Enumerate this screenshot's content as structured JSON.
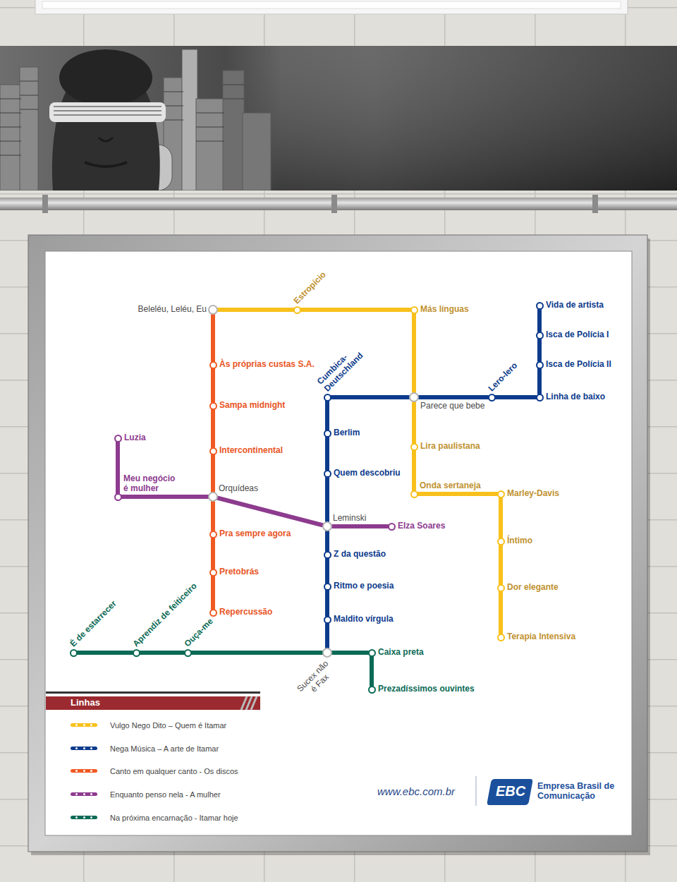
{
  "diagram": {
    "nodes": [
      {
        "text": [
          "Beleléu, Leléu, Eu"
        ]
      },
      {
        "text": [
          "Estropício"
        ]
      },
      {
        "text": [
          "Más línguas"
        ]
      },
      {
        "text": [
          "Vida de artista"
        ]
      },
      {
        "text": [
          "Isca de Polícia I"
        ]
      },
      {
        "text": [
          "Isca de Polícia II"
        ]
      },
      {
        "text": [
          "Cumbica- Deutschland"
        ]
      },
      {
        "text": [
          "Lero-lero"
        ]
      },
      {
        "text": [
          "Linha de baixo"
        ]
      },
      {
        "text": [
          "Parece que bebe"
        ]
      },
      {
        "text": [
          "Às próprias custas S.A."
        ]
      },
      {
        "text": [
          "Sampa midnight"
        ]
      },
      {
        "text": [
          "Berlim"
        ]
      },
      {
        "text": [
          "Lira paulistana"
        ]
      },
      {
        "text": [
          "Luzia"
        ]
      },
      {
        "text": [
          "Intercontinental"
        ]
      },
      {
        "text": [
          "Quem descobriu"
        ]
      },
      {
        "text": [
          "Meu negócio é mulher"
        ]
      },
      {
        "text": [
          "Orquídeas"
        ]
      },
      {
        "text": [
          "Onda sertaneja"
        ]
      },
      {
        "text": [
          "Marley-Davis"
        ]
      },
      {
        "text": [
          "Leminski"
        ]
      },
      {
        "text": [
          "Elza Soares"
        ]
      },
      {
        "text": [
          "Pra sempre agora"
        ]
      },
      {
        "text": [
          "Íntimo"
        ]
      },
      {
        "text": [
          "Z da questão"
        ]
      },
      {
        "text": [
          "Pretobrás"
        ]
      },
      {
        "text": [
          "Ritmo e poesia"
        ]
      },
      {
        "text": [
          "Dor elegante"
        ]
      },
      {
        "text": [
          "Repercussão"
        ]
      },
      {
        "text": [
          "Maldito vírgula"
        ]
      },
      {
        "text": [
          "Terapia Intensiva"
        ]
      },
      {
        "text": [
          "É de estarrecer"
        ]
      },
      {
        "text": [
          "Aprendiz de feiticeiro"
        ]
      },
      {
        "text": [
          "Ouça-me"
        ]
      },
      {
        "text": [
          "Sucex não é Fax"
        ]
      },
      {
        "text": [
          "Caixa preta"
        ]
      },
      {
        "text": [
          "Prezadíssimos ouvintes"
        ]
      }
    ],
    "edges": [
      {
        "from": 0,
        "to": 1,
        "arrow": "none"
      },
      {
        "from": 1,
        "to": 2,
        "arrow": "none"
      },
      {
        "from": 2,
        "to": 9,
        "arrow": "none"
      },
      {
        "from": 9,
        "to": 13,
        "arrow": "none"
      },
      {
        "from": 13,
        "to": 19,
        "arrow": "none"
      },
      {
        "from": 19,
        "to": 20,
        "arrow": "none"
      },
      {
        "from": 20,
        "to": 24,
        "arrow": "none"
      },
      {
        "from": 24,
        "to": 28,
        "arrow": "none"
      },
      {
        "from": 28,
        "to": 31,
        "arrow": "none"
      },
      {
        "from": 0,
        "to": 10,
        "arrow": "none"
      },
      {
        "from": 10,
        "to": 11,
        "arrow": "none"
      },
      {
        "from": 11,
        "to": 15,
        "arrow": "none"
      },
      {
        "from": 15,
        "to": 18,
        "arrow": "none"
      },
      {
        "from": 18,
        "to": 23,
        "arrow": "none"
      },
      {
        "from": 23,
        "to": 26,
        "arrow": "none"
      },
      {
        "from": 26,
        "to": 29,
        "arrow": "none"
      },
      {
        "from": 14,
        "to": 17,
        "arrow": "none"
      },
      {
        "from": 17,
        "to": 18,
        "arrow": "none"
      },
      {
        "from": 18,
        "to": 21,
        "arrow": "none"
      },
      {
        "from": 21,
        "to": 22,
        "arrow": "none"
      },
      {
        "from": 3,
        "to": 4,
        "arrow": "none"
      },
      {
        "from": 4,
        "to": 5,
        "arrow": "none"
      },
      {
        "from": 5,
        "to": 8,
        "arrow": "none"
      },
      {
        "from": 8,
        "to": 7,
        "arrow": "none"
      },
      {
        "from": 7,
        "to": 9,
        "arrow": "none"
      },
      {
        "from": 9,
        "to": 6,
        "arrow": "none"
      },
      {
        "from": 6,
        "to": 12,
        "arrow": "none"
      },
      {
        "from": 12,
        "to": 16,
        "arrow": "none"
      },
      {
        "from": 16,
        "to": 21,
        "arrow": "none"
      },
      {
        "from": 21,
        "to": 25,
        "arrow": "none"
      },
      {
        "from": 25,
        "to": 27,
        "arrow": "none"
      },
      {
        "from": 27,
        "to": 30,
        "arrow": "none"
      },
      {
        "from": 30,
        "to": 35,
        "arrow": "none"
      },
      {
        "from": 32,
        "to": 33,
        "arrow": "none"
      },
      {
        "from": 33,
        "to": 34,
        "arrow": "none"
      },
      {
        "from": 34,
        "to": 35,
        "arrow": "none"
      },
      {
        "from": 35,
        "to": 36,
        "arrow": "none"
      },
      {
        "from": 36,
        "to": 37,
        "arrow": "none"
      }
    ],
    "labels": [
      "Linhas",
      "www.ebc.com.br",
      "EBC",
      "Empresa Brasil de Comunicação"
    ],
    "legend": [
      {
        "text": "Vulgo Nego Dito – Quem é Itamar",
        "color": "#f8c01b"
      },
      {
        "text": "Nega Música – A arte de Itamar",
        "color": "#0c3b8c"
      },
      {
        "text": "Canto em qualquer canto - Os discos",
        "color": "#f05a22"
      },
      {
        "text": "Enquanto penso nela - A mulher",
        "color": "#8d3b8f"
      },
      {
        "text": "Na próxima encarnação - Itamar hoje",
        "color": "#0b6a55"
      }
    ]
  }
}
